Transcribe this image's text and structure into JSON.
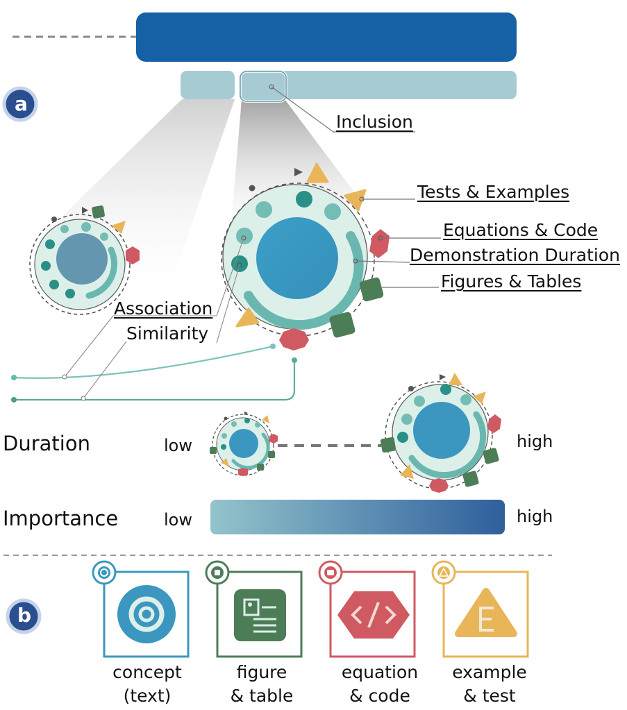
{
  "panel_a": {
    "badge": "a",
    "labels": {
      "inclusion": "Inclusion",
      "tests_examples": "Tests & Examples",
      "equations_code": "Equations & Code",
      "demonstration_duration": "Demonstration Duration",
      "figures_tables": "Figures & Tables",
      "association": "Association",
      "similarity": "Similarity"
    },
    "duration": {
      "title": "Duration",
      "low": "low",
      "high": "high"
    },
    "importance": {
      "title": "Importance",
      "low": "low",
      "high": "high"
    },
    "colors": {
      "header_bar": "#1660a6",
      "timeline": "#a7cbd3",
      "glyph_fill": "#dcefe9",
      "concept": "#3b97c0",
      "ring": "#6ab7b0",
      "dot": "#2a8f86",
      "figure": "#4d7d57",
      "code": "#cf5a62",
      "example": "#e8b559",
      "gradient_start": "#93c4cc",
      "gradient_end": "#2e5f9c"
    }
  },
  "panel_b": {
    "badge": "b",
    "legend": [
      {
        "icon": "concept-icon",
        "line1": "concept",
        "line2": "(text)",
        "color": "#3b97c0"
      },
      {
        "icon": "figure-table-icon",
        "line1": "figure",
        "line2": "& table",
        "color": "#4d7d57"
      },
      {
        "icon": "equation-code-icon",
        "line1": "equation",
        "line2": "& code",
        "color": "#cf5a62"
      },
      {
        "icon": "example-test-icon",
        "line1": "example",
        "line2": "& test",
        "color": "#e8b559"
      }
    ]
  }
}
